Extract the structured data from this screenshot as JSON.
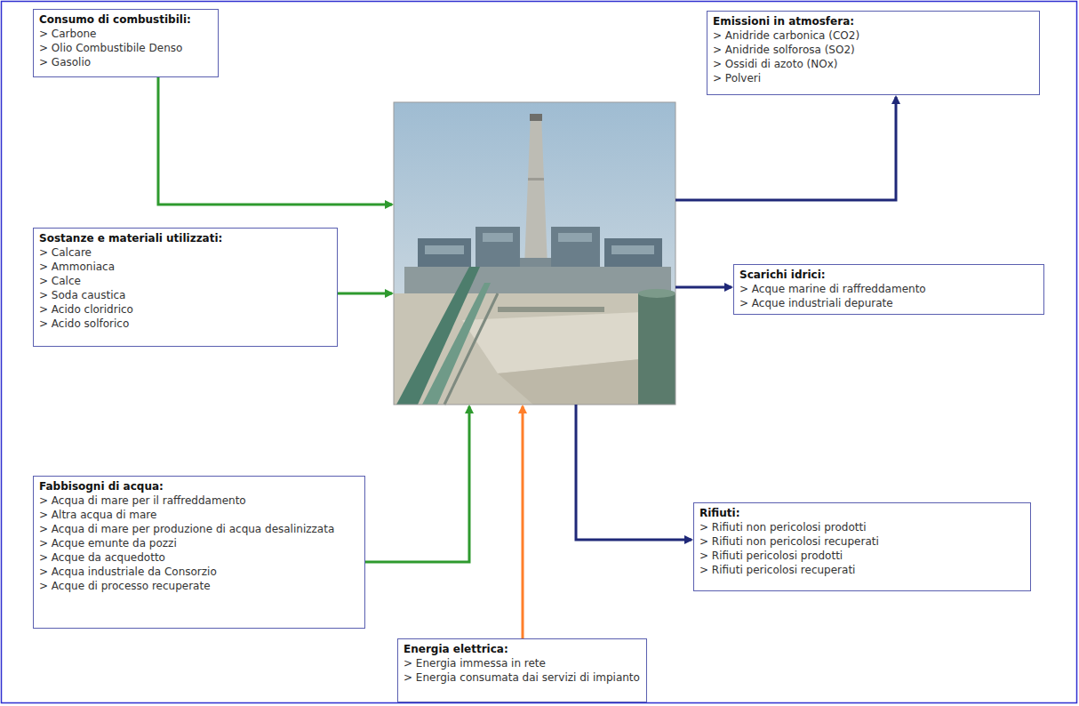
{
  "diagram": {
    "nodes": [
      {
        "text": [
          "Consumo di combustibili:",
          "> Carbone",
          "> Olio Combustibile Denso",
          "> Gasolio"
        ]
      },
      {
        "text": [
          "Emissioni in atmosfera:",
          "> Anidride carbonica (CO2)",
          "> Anidride solforosa (SO2)",
          "> Ossidi di azoto (NOx)",
          "> Polveri"
        ]
      },
      {
        "text": [
          "Sostanze e materiali utilizzati:",
          "> Calcare",
          "> Ammoniaca",
          "> Calce",
          "> Soda caustica",
          "> Acido cloridrico",
          "> Acido solforico"
        ]
      },
      {
        "text": [
          "Scarichi idrici:",
          "> Acque marine di raffreddamento",
          "> Acque industriali depurate"
        ]
      },
      {
        "text": [
          "Fabbisogni di acqua:",
          "> Acqua di mare per il raffreddamento",
          "> Altra acqua di mare",
          "> Acqua di mare per produzione di acqua desalinizzata",
          "> Acque emunte da pozzi",
          "> Acque da acquedotto",
          "> Acqua industriale da Consorzio",
          "> Acque di processo recuperate"
        ]
      },
      {
        "text": [
          "Rifiuti:",
          "> Rifiuti non pericolosi prodotti",
          "> Rifiuti non pericolosi recuperati",
          "> Rifiuti pericolosi prodotti",
          "> Rifiuti pericolosi recuperati"
        ]
      },
      {
        "text": [
          "Energia elettrica:",
          "> Energia immessa in rete",
          "> Energia consumata dai servizi di impianto"
        ]
      }
    ]
  }
}
